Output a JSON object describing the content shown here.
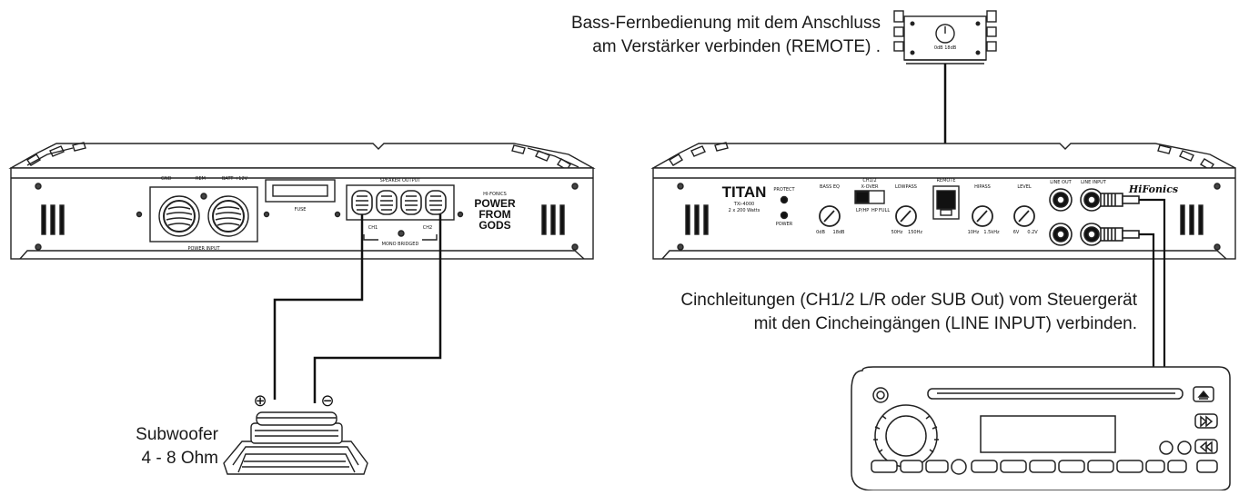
{
  "annotations": {
    "remote_line1": "Bass-Fernbedienung mit dem Anschluss",
    "remote_line2": "am Verstärker verbinden (REMOTE) .",
    "cinch_line1": "Cinchleitungen (CH1/2 L/R oder SUB Out) vom Steuergerät",
    "cinch_line2": "mit den Cincheingängen (LINE INPUT) verbinden.",
    "sub_line1": "Subwoofer",
    "sub_line2": "4 - 8 Ohm"
  },
  "remote": {
    "label": "0dB 18dB"
  },
  "amp_rear": {
    "terminal_labels": [
      "GND",
      "REM",
      "BATT +12V"
    ],
    "power_label": "POWER INPUT",
    "fuse_label": "FUSE",
    "speaker_label": "SPEAKER OUTPUT",
    "ch1": "CH1",
    "ch2": "CH2",
    "bridge_label": "MONO BRIDGED",
    "brand_small": "HI-FONICS",
    "brand_big": [
      "POWER",
      "FROM",
      "GODS"
    ]
  },
  "amp_front": {
    "model": "TITAN",
    "model_code": "TXi-4000",
    "watts": "2 x 200 Watts",
    "protect": "PROTECT",
    "power": "POWER",
    "bass_eq": "BASS EQ",
    "bass_eq_range": [
      "0dB",
      "18dB"
    ],
    "crossover": "CH1/2",
    "xover_mode": "X-OVER",
    "switch_labels": [
      "LP/HP",
      "HP",
      "FULL"
    ],
    "lowpass": "LOWPASS",
    "lowpass_range": [
      "50Hz",
      "150Hz"
    ],
    "remote": "REMOTE",
    "hipass": "HIPASS",
    "hipass_range": [
      "10Hz",
      "1.5kHz"
    ],
    "level": "LEVEL",
    "level_range": [
      "6V",
      "0.2V"
    ],
    "line_out": "LINE OUT",
    "line_input": "LINE INPUT",
    "logo": "HiFonics"
  },
  "polarity": {
    "plus": "⊕",
    "minus": "⊖"
  }
}
